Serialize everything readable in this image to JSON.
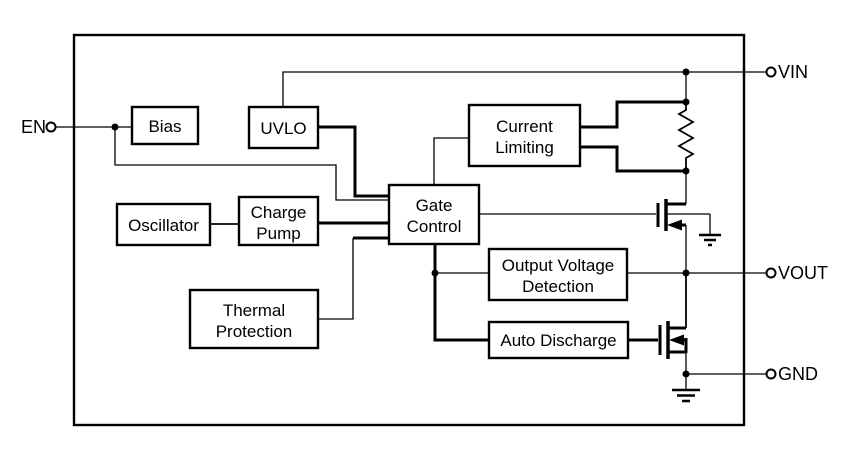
{
  "diagram_type": "functional-block-diagram",
  "colors": {
    "line": "#000000",
    "background": "#ffffff",
    "box_fill": "#ffffff"
  },
  "pins": {
    "en": {
      "label": "EN"
    },
    "vin": {
      "label": "VIN"
    },
    "vout": {
      "label": "VOUT"
    },
    "gnd": {
      "label": "GND"
    }
  },
  "blocks": {
    "bias": {
      "lines": [
        "Bias"
      ]
    },
    "uvlo": {
      "lines": [
        "UVLO"
      ]
    },
    "current_limiting": {
      "lines": [
        "Current",
        "Limiting"
      ]
    },
    "gate_control": {
      "lines": [
        "Gate",
        "Control"
      ]
    },
    "oscillator": {
      "lines": [
        "Oscillator"
      ]
    },
    "charge_pump": {
      "lines": [
        "Charge",
        "Pump"
      ]
    },
    "thermal_protection": {
      "lines": [
        "Thermal",
        "Protection"
      ]
    },
    "output_voltage_detection": {
      "lines": [
        "Output Voltage",
        "Detection"
      ]
    },
    "auto_discharge": {
      "lines": [
        "Auto Discharge"
      ]
    }
  },
  "components": {
    "sense_resistor": "resistor-icon",
    "pass_transistor": "mosfet-icon",
    "discharge_transistor": "mosfet-icon",
    "ground_symbols": "ground-icon"
  }
}
